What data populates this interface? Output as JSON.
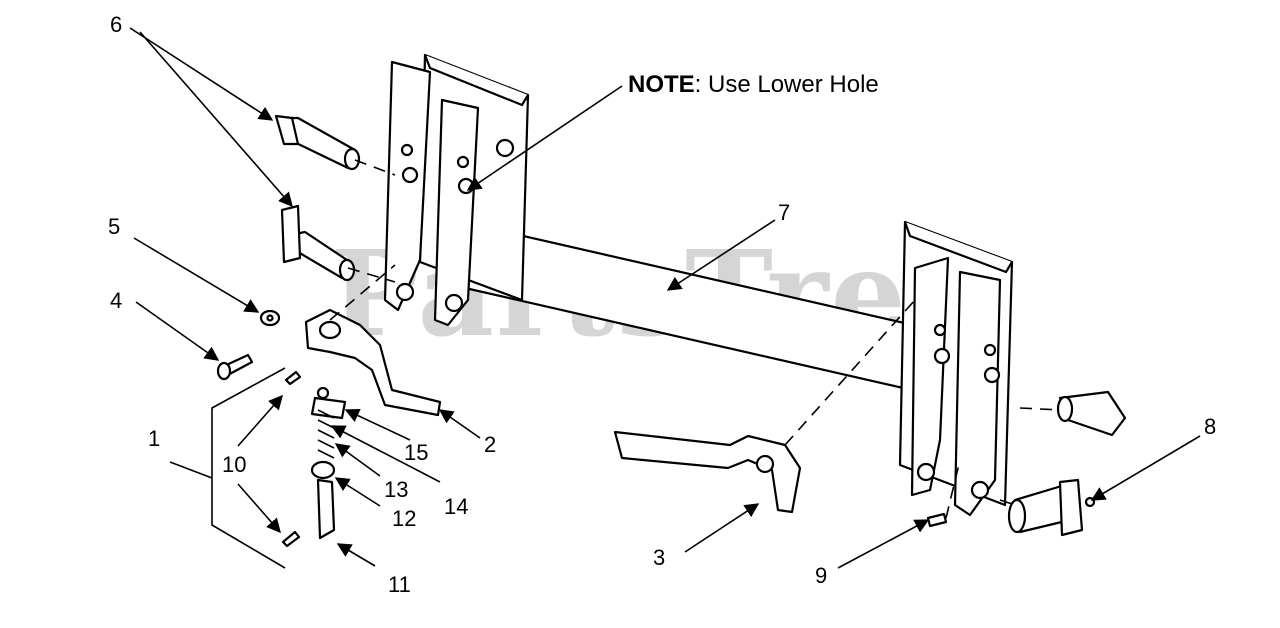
{
  "watermark": "PartsTree",
  "note": {
    "bold": "NOTE",
    "text": ": Use Lower Hole"
  },
  "callouts": {
    "c1": "1",
    "c2": "2",
    "c3": "3",
    "c4": "4",
    "c5": "5",
    "c6": "6",
    "c7": "7",
    "c8": "8",
    "c9": "9",
    "c10a": "10",
    "c10b": "10",
    "c11": "11",
    "c12": "12",
    "c13": "13",
    "c14": "14",
    "c15": "15"
  }
}
